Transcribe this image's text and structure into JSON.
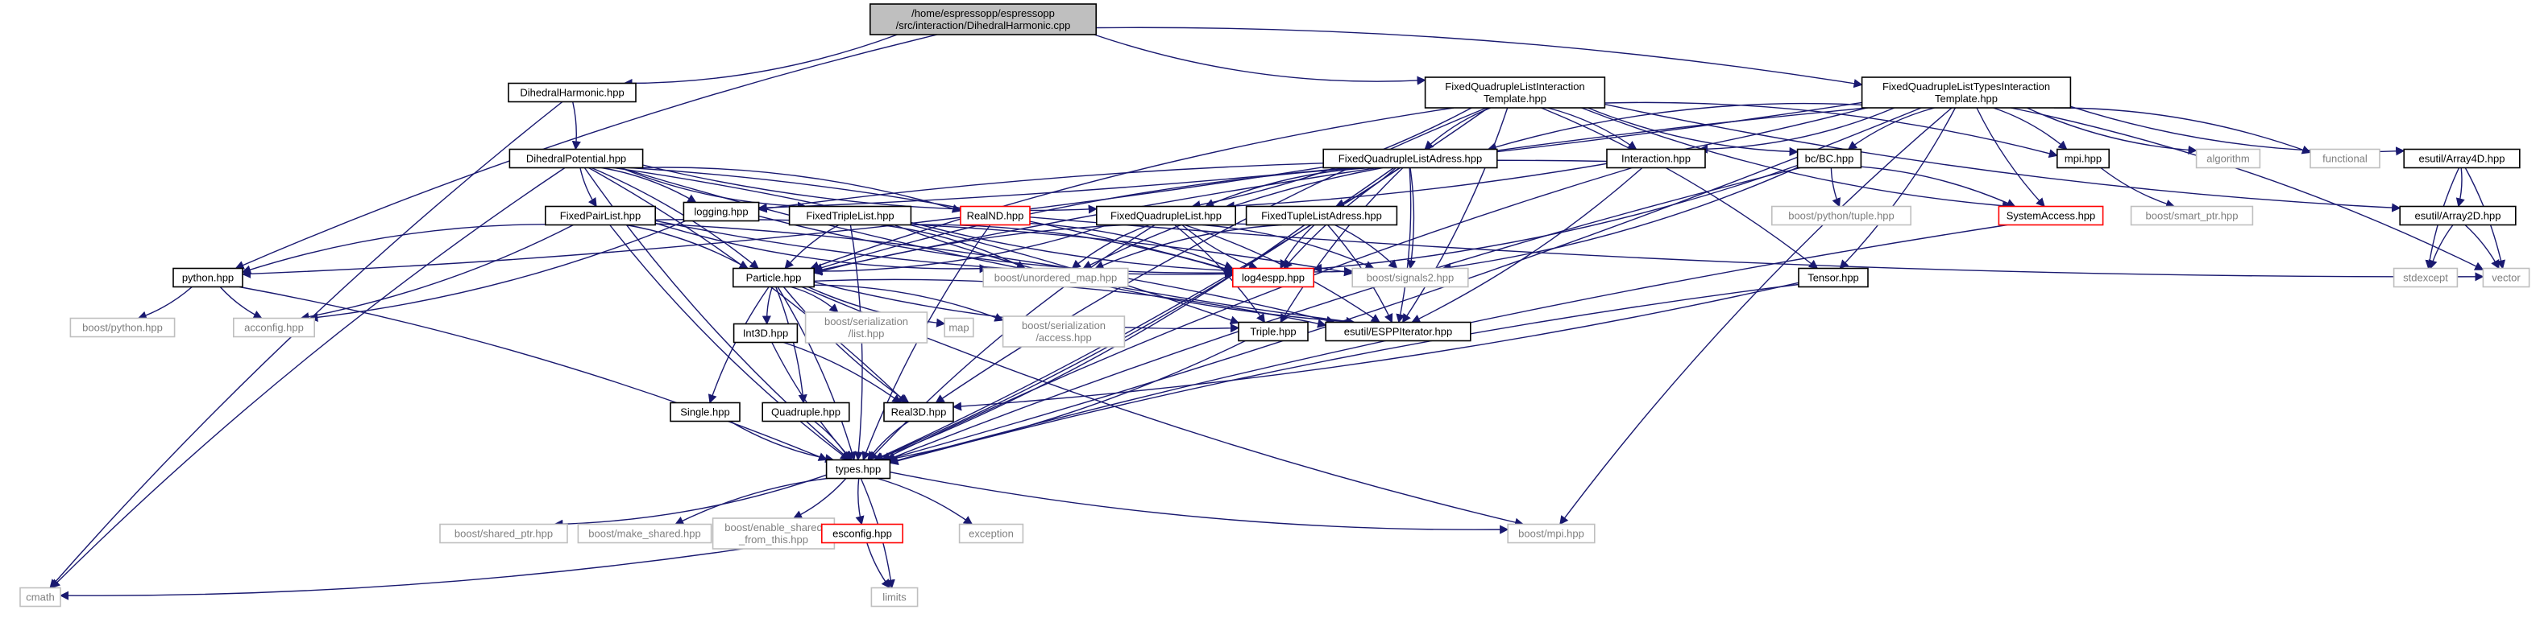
{
  "colors": {
    "edge": "#191970",
    "box_border": "#000000",
    "external_border": "#bfbfbf",
    "external_text": "#7f7f7f",
    "missing_border": "#ff0000",
    "root_fill": "#bfbfbf",
    "text": "#000000"
  },
  "nodes": [
    {
      "id": "root",
      "lines": [
        "/home/espressopp/espressopp",
        "/src/interaction/DihedralHarmonic.cpp"
      ],
      "kind": "root"
    },
    {
      "id": "dh",
      "lines": [
        "DihedralHarmonic.hpp"
      ],
      "kind": "normal"
    },
    {
      "id": "fqlit",
      "lines": [
        "FixedQuadrupleListInteraction",
        "Template.hpp"
      ],
      "kind": "normal"
    },
    {
      "id": "fqltit",
      "lines": [
        "FixedQuadrupleListTypesInteraction",
        "Template.hpp"
      ],
      "kind": "normal"
    },
    {
      "id": "dpot",
      "lines": [
        "DihedralPotential.hpp"
      ],
      "kind": "normal"
    },
    {
      "id": "fqla",
      "lines": [
        "FixedQuadrupleListAdress.hpp"
      ],
      "kind": "normal"
    },
    {
      "id": "inter",
      "lines": [
        "Interaction.hpp"
      ],
      "kind": "normal"
    },
    {
      "id": "bc",
      "lines": [
        "bc/BC.hpp"
      ],
      "kind": "normal"
    },
    {
      "id": "mpi",
      "lines": [
        "mpi.hpp"
      ],
      "kind": "normal"
    },
    {
      "id": "algorithm",
      "lines": [
        "algorithm"
      ],
      "kind": "external"
    },
    {
      "id": "functional",
      "lines": [
        "functional"
      ],
      "kind": "external"
    },
    {
      "id": "arr4d",
      "lines": [
        "esutil/Array4D.hpp"
      ],
      "kind": "normal"
    },
    {
      "id": "fpl",
      "lines": [
        "FixedPairList.hpp"
      ],
      "kind": "normal"
    },
    {
      "id": "logging",
      "lines": [
        "logging.hpp"
      ],
      "kind": "normal"
    },
    {
      "id": "ftl",
      "lines": [
        "FixedTripleList.hpp"
      ],
      "kind": "normal"
    },
    {
      "id": "realnd",
      "lines": [
        "RealND.hpp"
      ],
      "kind": "missing"
    },
    {
      "id": "fql",
      "lines": [
        "FixedQuadrupleList.hpp"
      ],
      "kind": "normal"
    },
    {
      "id": "ftla",
      "lines": [
        "FixedTupleListAdress.hpp"
      ],
      "kind": "normal"
    },
    {
      "id": "bptuple",
      "lines": [
        "boost/python/tuple.hpp"
      ],
      "kind": "external"
    },
    {
      "id": "sysacc",
      "lines": [
        "SystemAccess.hpp"
      ],
      "kind": "missing"
    },
    {
      "id": "bsmart",
      "lines": [
        "boost/smart_ptr.hpp"
      ],
      "kind": "external"
    },
    {
      "id": "arr2d",
      "lines": [
        "esutil/Array2D.hpp"
      ],
      "kind": "normal"
    },
    {
      "id": "python",
      "lines": [
        "python.hpp"
      ],
      "kind": "normal"
    },
    {
      "id": "particle",
      "lines": [
        "Particle.hpp"
      ],
      "kind": "normal"
    },
    {
      "id": "bumap",
      "lines": [
        "boost/unordered_map.hpp"
      ],
      "kind": "external"
    },
    {
      "id": "log4espp",
      "lines": [
        "log4espp.hpp"
      ],
      "kind": "missing"
    },
    {
      "id": "bsig2",
      "lines": [
        "boost/signals2.hpp"
      ],
      "kind": "external"
    },
    {
      "id": "vector",
      "lines": [
        "vector"
      ],
      "kind": "external"
    },
    {
      "id": "tensor",
      "lines": [
        "Tensor.hpp"
      ],
      "kind": "normal"
    },
    {
      "id": "stdexcept",
      "lines": [
        "stdexcept"
      ],
      "kind": "external"
    },
    {
      "id": "bpython",
      "lines": [
        "boost/python.hpp"
      ],
      "kind": "external"
    },
    {
      "id": "acconfig",
      "lines": [
        "acconfig.hpp"
      ],
      "kind": "external"
    },
    {
      "id": "int3d",
      "lines": [
        "Int3D.hpp"
      ],
      "kind": "normal"
    },
    {
      "id": "bserlist",
      "lines": [
        "boost/serialization",
        "/list.hpp"
      ],
      "kind": "external"
    },
    {
      "id": "map",
      "lines": [
        "map"
      ],
      "kind": "external"
    },
    {
      "id": "bseracc",
      "lines": [
        "boost/serialization",
        "/access.hpp"
      ],
      "kind": "external"
    },
    {
      "id": "triple",
      "lines": [
        "Triple.hpp"
      ],
      "kind": "normal"
    },
    {
      "id": "esppit",
      "lines": [
        "esutil/ESPPIterator.hpp"
      ],
      "kind": "normal"
    },
    {
      "id": "single",
      "lines": [
        "Single.hpp"
      ],
      "kind": "normal"
    },
    {
      "id": "quadruple",
      "lines": [
        "Quadruple.hpp"
      ],
      "kind": "normal"
    },
    {
      "id": "real3d",
      "lines": [
        "Real3D.hpp"
      ],
      "kind": "normal"
    },
    {
      "id": "types",
      "lines": [
        "types.hpp"
      ],
      "kind": "normal"
    },
    {
      "id": "bshared",
      "lines": [
        "boost/shared_ptr.hpp"
      ],
      "kind": "external"
    },
    {
      "id": "bmake",
      "lines": [
        "boost/make_shared.hpp"
      ],
      "kind": "external"
    },
    {
      "id": "benable",
      "lines": [
        "boost/enable_shared",
        "_from_this.hpp"
      ],
      "kind": "external"
    },
    {
      "id": "esconfig",
      "lines": [
        "esconfig.hpp"
      ],
      "kind": "missing"
    },
    {
      "id": "exception",
      "lines": [
        "exception"
      ],
      "kind": "external"
    },
    {
      "id": "bmpi",
      "lines": [
        "boost/mpi.hpp"
      ],
      "kind": "external"
    },
    {
      "id": "limits",
      "lines": [
        "limits"
      ],
      "kind": "external"
    },
    {
      "id": "cmath",
      "lines": [
        "cmath"
      ],
      "kind": "external"
    }
  ],
  "edges": [
    [
      "root",
      "dh"
    ],
    [
      "root",
      "fqlit"
    ],
    [
      "root",
      "fqltit"
    ],
    [
      "root",
      "python"
    ],
    [
      "dh",
      "dpot"
    ],
    [
      "dh",
      "cmath"
    ],
    [
      "fqlit",
      "inter"
    ],
    [
      "fqlit",
      "fqla"
    ],
    [
      "fqlit",
      "fql"
    ],
    [
      "fqlit",
      "bc"
    ],
    [
      "fqlit",
      "mpi"
    ],
    [
      "fqlit",
      "sysacc"
    ],
    [
      "fqlit",
      "tensor"
    ],
    [
      "fqlit",
      "particle"
    ],
    [
      "fqlit",
      "types"
    ],
    [
      "fqlit",
      "real3d"
    ],
    [
      "fqlit",
      "esppit"
    ],
    [
      "fqlit",
      "arr2d"
    ],
    [
      "fqltit",
      "inter"
    ],
    [
      "fqltit",
      "fqla"
    ],
    [
      "fqltit",
      "fql"
    ],
    [
      "fqltit",
      "bc"
    ],
    [
      "fqltit",
      "mpi"
    ],
    [
      "fqltit",
      "sysacc"
    ],
    [
      "fqltit",
      "tensor"
    ],
    [
      "fqltit",
      "algorithm"
    ],
    [
      "fqltit",
      "functional"
    ],
    [
      "fqltit",
      "arr4d"
    ],
    [
      "fqltit",
      "vector"
    ],
    [
      "fqltit",
      "particle"
    ],
    [
      "fqltit",
      "types"
    ],
    [
      "fqltit",
      "bmpi"
    ],
    [
      "fqltit",
      "logging"
    ],
    [
      "dpot",
      "fpl"
    ],
    [
      "dpot",
      "logging"
    ],
    [
      "dpot",
      "ftl"
    ],
    [
      "dpot",
      "realnd"
    ],
    [
      "dpot",
      "fql"
    ],
    [
      "dpot",
      "particle"
    ],
    [
      "dpot",
      "types"
    ],
    [
      "dpot",
      "real3d"
    ],
    [
      "dpot",
      "esppit"
    ],
    [
      "dpot",
      "triple"
    ],
    [
      "dpot",
      "cmath"
    ],
    [
      "dpot",
      "log4espp"
    ],
    [
      "fqla",
      "fql"
    ],
    [
      "fqla",
      "ftla"
    ],
    [
      "fqla",
      "log4espp"
    ],
    [
      "fqla",
      "bsig2"
    ],
    [
      "fqla",
      "bumap"
    ],
    [
      "fqla",
      "esppit"
    ],
    [
      "fqla",
      "triple"
    ],
    [
      "fqla",
      "types"
    ],
    [
      "fqla",
      "particle"
    ],
    [
      "fqla",
      "python"
    ],
    [
      "inter",
      "logging"
    ],
    [
      "inter",
      "esppit"
    ],
    [
      "inter",
      "types"
    ],
    [
      "bc",
      "sysacc"
    ],
    [
      "bc",
      "bptuple"
    ],
    [
      "bc",
      "log4espp"
    ],
    [
      "bc",
      "types"
    ],
    [
      "bc",
      "bsig2"
    ],
    [
      "mpi",
      "bsmart"
    ],
    [
      "arr4d",
      "arr2d"
    ],
    [
      "arr4d",
      "stdexcept"
    ],
    [
      "arr4d",
      "vector"
    ],
    [
      "arr2d",
      "stdexcept"
    ],
    [
      "arr2d",
      "vector"
    ],
    [
      "fpl",
      "python"
    ],
    [
      "fpl",
      "particle"
    ],
    [
      "fpl",
      "log4espp"
    ],
    [
      "fpl",
      "bsig2"
    ],
    [
      "fpl",
      "bumap"
    ],
    [
      "fpl",
      "esppit"
    ],
    [
      "fpl",
      "types"
    ],
    [
      "fpl",
      "acconfig"
    ],
    [
      "logging",
      "log4espp"
    ],
    [
      "logging",
      "acconfig"
    ],
    [
      "ftl",
      "particle"
    ],
    [
      "ftl",
      "log4espp"
    ],
    [
      "ftl",
      "bsig2"
    ],
    [
      "ftl",
      "bumap"
    ],
    [
      "ftl",
      "esppit"
    ],
    [
      "ftl",
      "types"
    ],
    [
      "realnd",
      "types"
    ],
    [
      "realnd",
      "log4espp"
    ],
    [
      "realnd",
      "vector"
    ],
    [
      "fql",
      "particle"
    ],
    [
      "fql",
      "log4espp"
    ],
    [
      "fql",
      "bsig2"
    ],
    [
      "fql",
      "bumap"
    ],
    [
      "fql",
      "esppit"
    ],
    [
      "fql",
      "types"
    ],
    [
      "fql",
      "triple"
    ],
    [
      "ftla",
      "log4espp"
    ],
    [
      "ftla",
      "bsig2"
    ],
    [
      "ftla",
      "bumap"
    ],
    [
      "ftla",
      "esppit"
    ],
    [
      "ftla",
      "particle"
    ],
    [
      "ftla",
      "types"
    ],
    [
      "sysacc",
      "types"
    ],
    [
      "python",
      "bpython"
    ],
    [
      "python",
      "acconfig"
    ],
    [
      "python",
      "types"
    ],
    [
      "particle",
      "int3d"
    ],
    [
      "particle",
      "bserlist"
    ],
    [
      "particle",
      "map"
    ],
    [
      "particle",
      "bseracc"
    ],
    [
      "particle",
      "triple"
    ],
    [
      "particle",
      "esppit"
    ],
    [
      "particle",
      "single"
    ],
    [
      "particle",
      "quadruple"
    ],
    [
      "particle",
      "real3d"
    ],
    [
      "particle",
      "types"
    ],
    [
      "particle",
      "bmpi"
    ],
    [
      "tensor",
      "real3d"
    ],
    [
      "tensor",
      "types"
    ],
    [
      "int3d",
      "real3d"
    ],
    [
      "int3d",
      "types"
    ],
    [
      "triple",
      "types"
    ],
    [
      "single",
      "types"
    ],
    [
      "quadruple",
      "types"
    ],
    [
      "real3d",
      "types"
    ],
    [
      "types",
      "bshared"
    ],
    [
      "types",
      "bmake"
    ],
    [
      "types",
      "benable"
    ],
    [
      "types",
      "esconfig"
    ],
    [
      "types",
      "exception"
    ],
    [
      "types",
      "bmpi"
    ],
    [
      "types",
      "limits"
    ],
    [
      "esconfig",
      "limits"
    ],
    [
      "esconfig",
      "cmath"
    ]
  ]
}
